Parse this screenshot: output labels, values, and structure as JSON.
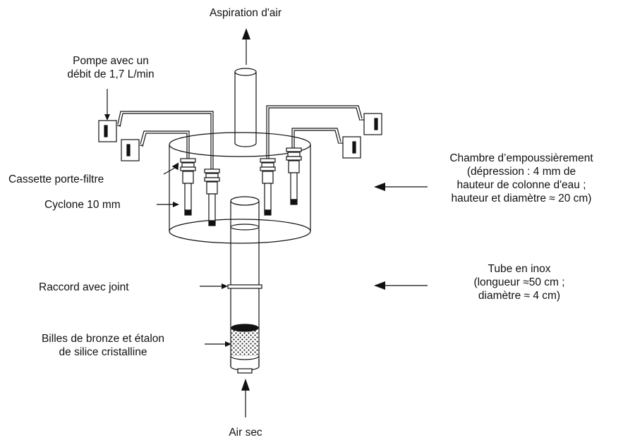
{
  "labels": {
    "air_suction": "Aspiration d'air",
    "pump": [
      "Pompe avec un",
      "débit de 1,7 L/min"
    ],
    "filter_cassette": "Cassette porte-filtre",
    "cyclone": "Cyclone 10 mm",
    "dust_chamber": [
      "Chambre d’empoussièrement",
      "(dépression : 4 mm de",
      "hauteur de colonne d'eau ;",
      "hauteur et diamètre ≈ 20 cm)"
    ],
    "steel_tube": [
      "Tube en inox",
      "(longueur ≈50 cm ;",
      "diamètre ≈ 4 cm)"
    ],
    "joint": "Raccord avec joint",
    "beads": [
      "Billes de bronze et étalon",
      "de silice cristalline"
    ],
    "dry_air": "Air sec"
  }
}
